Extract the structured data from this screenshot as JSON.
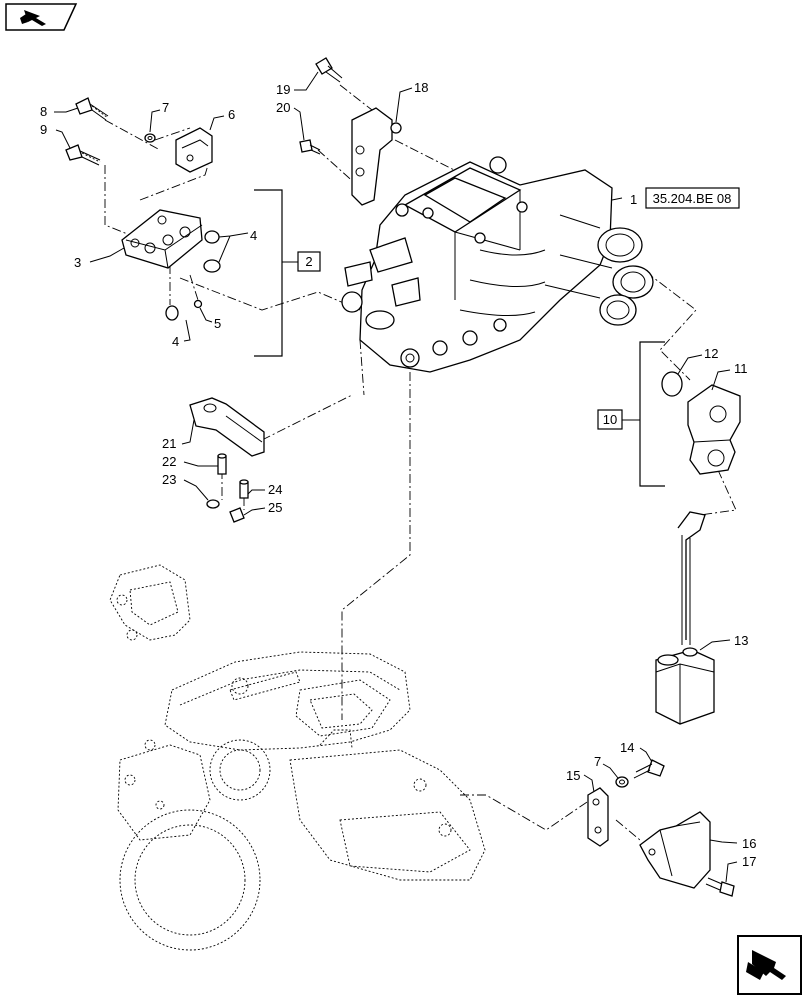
{
  "nav": {
    "top_icon": "back-arrow-icon",
    "bottom_icon": "forward-arrow-icon"
  },
  "reference": {
    "label": "35.204.BE 08"
  },
  "groups": [
    {
      "label": "2"
    },
    {
      "label": "10"
    }
  ],
  "callouts": [
    "1",
    "2",
    "3",
    "4",
    "4",
    "5",
    "6",
    "7",
    "7",
    "8",
    "9",
    "10",
    "11",
    "12",
    "13",
    "14",
    "15",
    "16",
    "17",
    "18",
    "19",
    "20",
    "21",
    "22",
    "23",
    "24",
    "25"
  ]
}
